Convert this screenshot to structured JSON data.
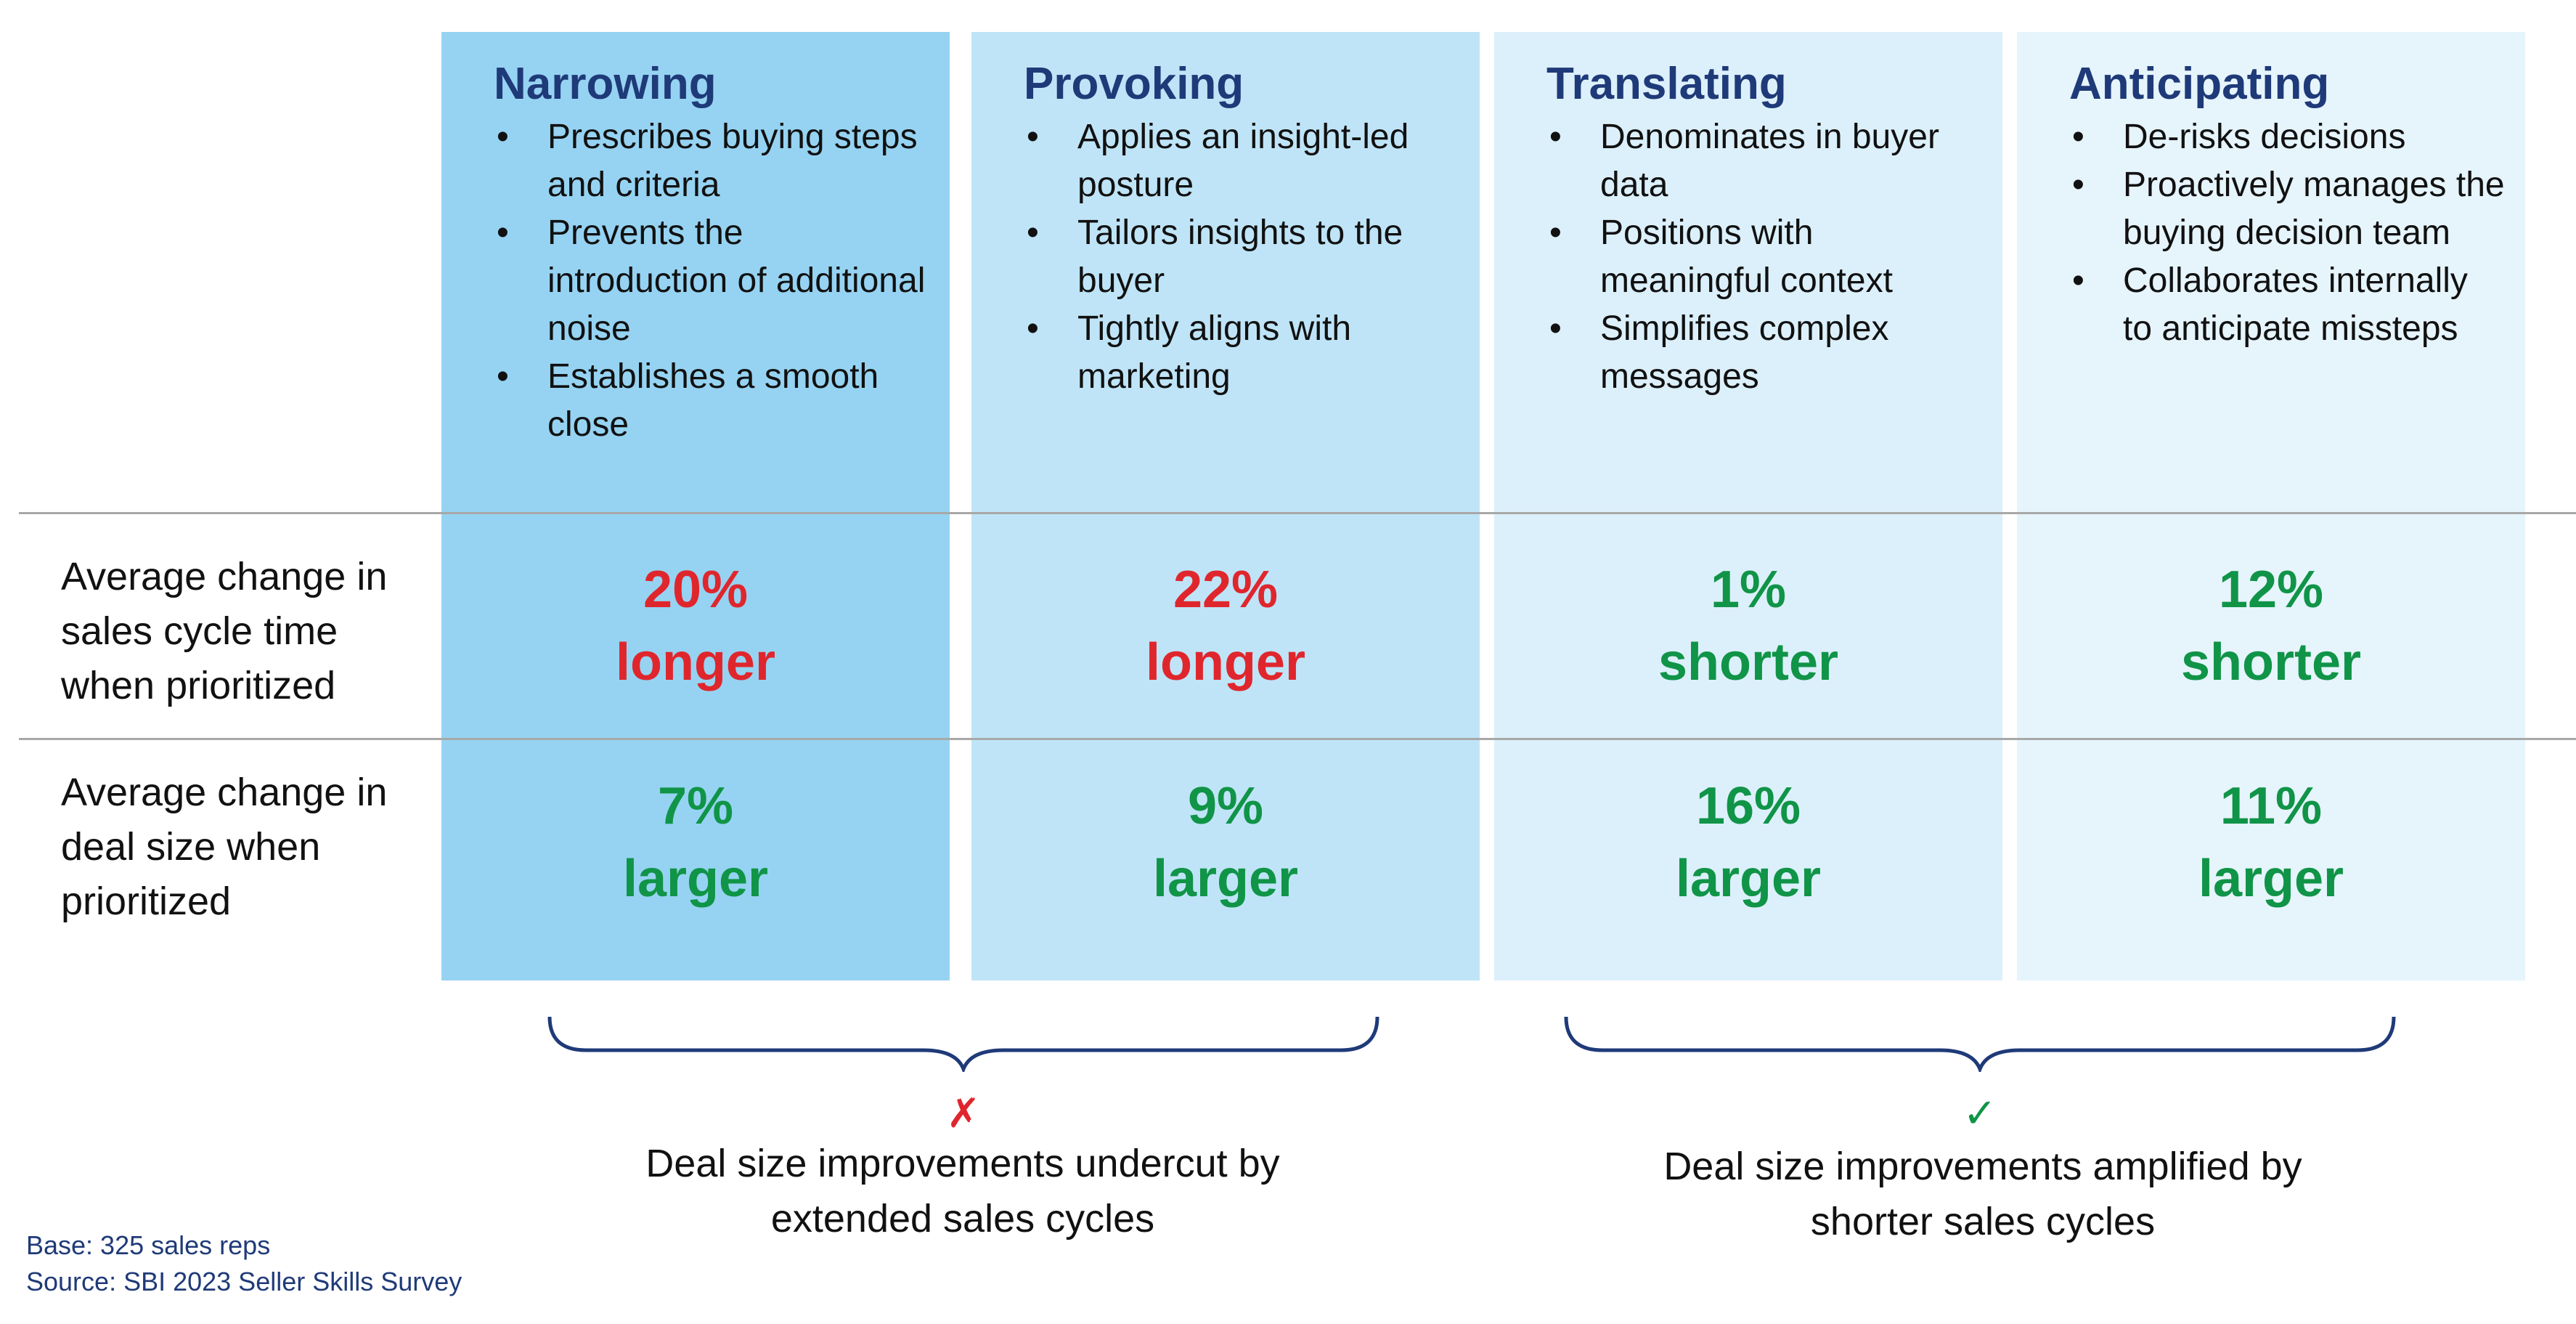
{
  "columns": [
    {
      "title": "Narrowing",
      "color": "#96d3f2",
      "bullets": [
        "Prescribes buying steps and criteria",
        "Prevents the introduction of additional noise",
        "Establishes a smooth close"
      ],
      "cycle": {
        "pct": "20%",
        "word": "longer"
      },
      "deal": {
        "pct": "7%",
        "word": "larger"
      }
    },
    {
      "title": "Provoking",
      "color": "#bfe4f7",
      "bullets": [
        "Applies an insight-led posture",
        "Tailors insights to the buyer",
        "Tightly aligns with marketing"
      ],
      "cycle": {
        "pct": "22%",
        "word": "longer"
      },
      "deal": {
        "pct": "9%",
        "word": "larger"
      }
    },
    {
      "title": "Translating",
      "color": "#dcf0fb",
      "bullets": [
        "Denominates in buyer data",
        "Positions with meaningful context",
        "Simplifies complex messages"
      ],
      "cycle": {
        "pct": "1%",
        "word": "shorter"
      },
      "deal": {
        "pct": "16%",
        "word": "larger"
      }
    },
    {
      "title": "Anticipating",
      "color": "#e6f4fc",
      "bullets": [
        "De-risks decisions",
        "Proactively manages the buying decision team",
        "Collaborates internally to anticipate missteps"
      ],
      "cycle": {
        "pct": "12%",
        "word": "shorter"
      },
      "deal": {
        "pct": "11%",
        "word": "larger"
      }
    }
  ],
  "rows": {
    "cycle_label": "Average change in sales cycle time when prioritized",
    "deal_label": "Average change in deal size when prioritized"
  },
  "groups": {
    "left": {
      "mark": "✗",
      "caption": "Deal size improvements undercut by extended sales cycles"
    },
    "right": {
      "mark": "✓",
      "caption": "Deal size improvements amplified by shorter sales cycles"
    }
  },
  "footer": {
    "base": "Base: 325 sales reps",
    "source": "Source: SBI 2023 Seller Skills Survey"
  },
  "colors": {
    "title": "#1f3a78",
    "negative": "#e0262d",
    "positive": "#109447",
    "brace": "#1f3a78"
  }
}
